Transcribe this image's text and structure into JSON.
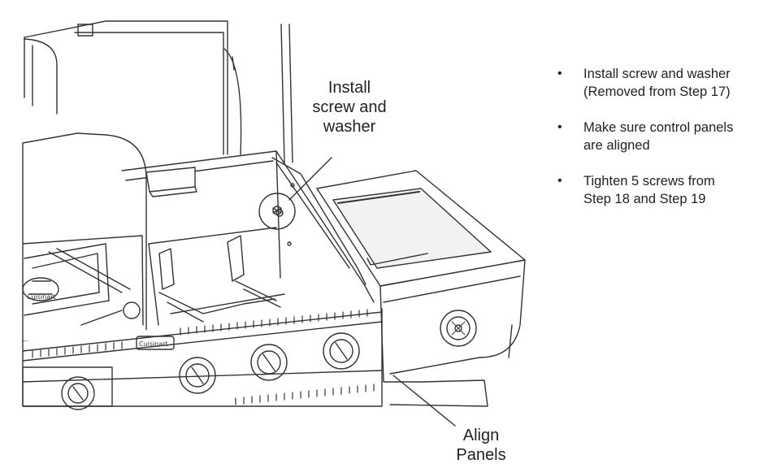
{
  "callouts": {
    "install_screw": [
      "Install",
      "screw and",
      "washer"
    ],
    "align_panels": [
      "Align",
      "Panels"
    ]
  },
  "instructions": [
    {
      "bullet": "•",
      "lines": [
        "Install screw and washer",
        "(Removed from Step 17)"
      ]
    },
    {
      "bullet": "•",
      "lines": [
        "Make sure control panels",
        "are aligned"
      ]
    },
    {
      "bullet": "•",
      "lines": [
        "Tighten 5 screws from",
        "Step 18 and Step 19"
      ]
    }
  ],
  "brand": {
    "logo_text": "Cuisinart"
  },
  "colors": {
    "line": "#333333",
    "fill": "#ffffff",
    "shade": "#dddddd"
  }
}
